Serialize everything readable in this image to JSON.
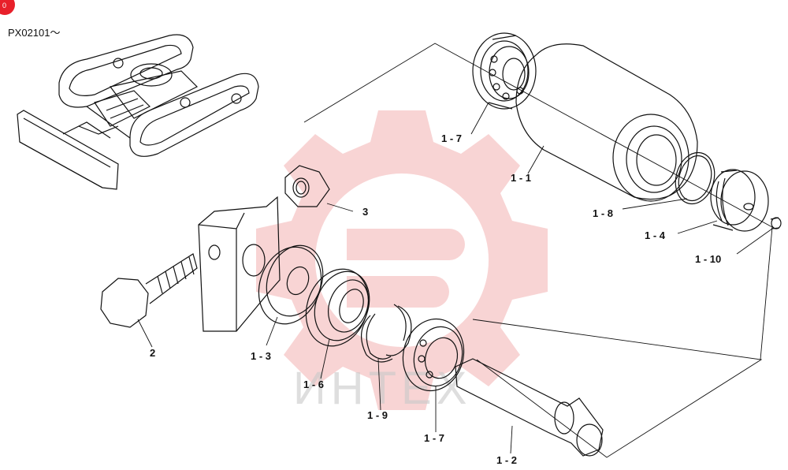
{
  "diagram": {
    "serial_code": "PX02101～",
    "watermark_text": "ИНТЕХ",
    "badge_text": "0",
    "accent_color": "#e8202a",
    "watermark_color": "#f0a0a0",
    "callouts": [
      {
        "id": "c-1-7-top",
        "label": "1 - 7"
      },
      {
        "id": "c-1-1",
        "label": "1 - 1"
      },
      {
        "id": "c-1-8",
        "label": "1 - 8"
      },
      {
        "id": "c-1-4",
        "label": "1 - 4"
      },
      {
        "id": "c-1-10",
        "label": "1 - 10"
      },
      {
        "id": "c-3",
        "label": "3"
      },
      {
        "id": "c-2",
        "label": "2"
      },
      {
        "id": "c-1-3",
        "label": "1 - 3"
      },
      {
        "id": "c-1-6",
        "label": "1 - 6"
      },
      {
        "id": "c-1-9",
        "label": "1 - 9"
      },
      {
        "id": "c-1-7-bot",
        "label": "1 - 7"
      },
      {
        "id": "c-1-2",
        "label": "1 - 2"
      }
    ]
  }
}
